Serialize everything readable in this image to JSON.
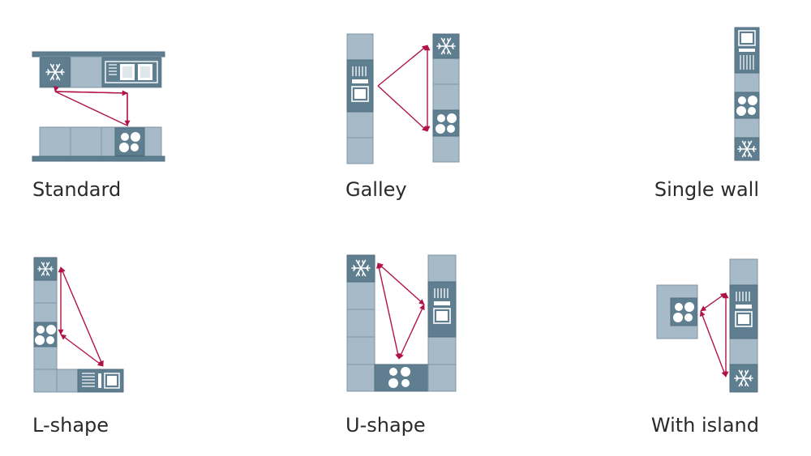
{
  "layouts": {
    "standard": {
      "label": "Standard"
    },
    "galley": {
      "label": "Galley"
    },
    "single_wall": {
      "label": "Single wall"
    },
    "l_shape": {
      "label": "L-shape"
    },
    "u_shape": {
      "label": "U-shape"
    },
    "with_island": {
      "label": "With island"
    }
  },
  "colors": {
    "cabinet": "#a6bac7",
    "appliance": "#5f7e90",
    "triangle": "#b01446",
    "text": "#2a2a2a"
  },
  "icons": [
    "fridge-icon",
    "sink-icon",
    "cooktop-icon"
  ]
}
